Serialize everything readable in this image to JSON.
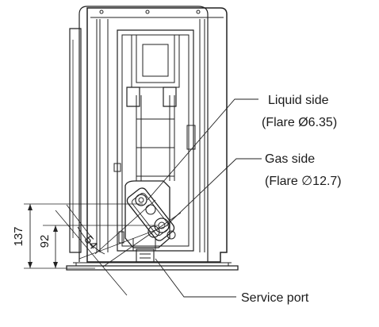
{
  "callouts": {
    "liquid_side": "Liquid side",
    "liquid_flare": "(Flare Ø6.35)",
    "gas_side": "Gas side",
    "gas_flare": "(Flare ∅12.7)",
    "service_port": "Service port"
  },
  "dimensions": {
    "height_outer": "137",
    "height_inner": "92",
    "angle_dim": "54"
  }
}
